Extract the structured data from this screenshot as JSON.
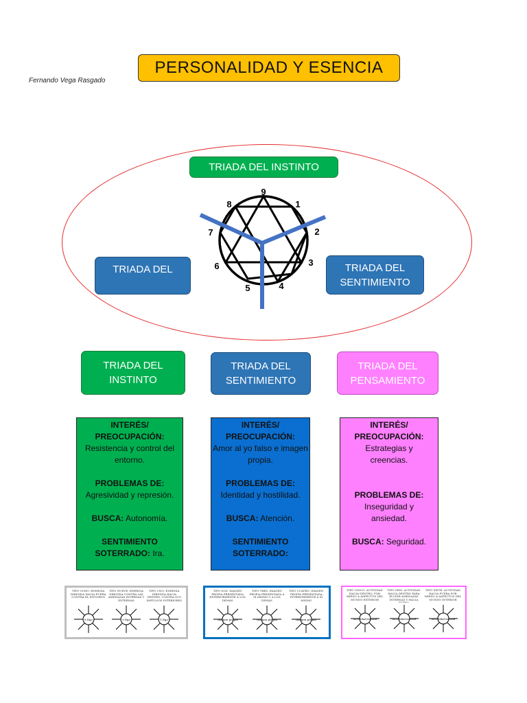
{
  "header": {
    "title": "PERSONALIDAD Y ESENCIA",
    "author": "Fernando Vega Rasgado"
  },
  "oval": {
    "top_label": "TRIADA DEL INSTINTO",
    "left_label": "TRIADA DEL",
    "right_label": "TRIADA DEL\nSENTIMIENTO",
    "enneagram_numbers": [
      "9",
      "1",
      "2",
      "3",
      "4",
      "5",
      "6",
      "7",
      "8"
    ]
  },
  "triads": [
    {
      "label": "TRIADA DEL\nINSTINTO",
      "color": "#00b050"
    },
    {
      "label": "TRIADA DEL\nSENTIMIENTO",
      "color": "#2e75b6"
    },
    {
      "label": "TRIADA DEL\nPENSAMIENTO",
      "color": "#ff80ff"
    }
  ],
  "cards": [
    {
      "interes_label": "INTERÉS/\nPREOCUPACIÓN:",
      "interes_value": "Resistencia y control del entorno.",
      "problemas_label": "PROBLEMAS DE:",
      "problemas_value": "Agresividad y represión.",
      "busca_label": "BUSCA:",
      "busca_value": " Autonomía.",
      "sentimiento_label": "SENTIMIENTO SOTERRADO:",
      "sentimiento_value": " Ira.",
      "color": "#00b050"
    },
    {
      "interes_label": "INTERÉS/\nPREOCUPACIÓN:",
      "interes_value": "Amor al yo falso e imagen propia.",
      "problemas_label": "PROBLEMAS DE:",
      "problemas_value": "Identidad y hostilidad.",
      "busca_label": "BUSCA:",
      "busca_value": " Atención.",
      "sentimiento_label": "SENTIMIENTO SOTERRADO:",
      "sentimiento_value": "",
      "color": "#0a6fd0"
    },
    {
      "interes_label": "INTERÉS/\nPREOCUPACIÓN:",
      "interes_value": "Estrategias y creencias.",
      "problemas_label": "PROBLEMAS DE:",
      "problemas_value": "Inseguridad y ansiedad.",
      "busca_label": "BUSCA:",
      "busca_value": " Seguridad.",
      "color": "#ff80ff"
    }
  ],
  "thumbnails": [
    {
      "border_color": "#bfbfbf",
      "items": [
        {
          "caption": "TIPO OCHO: ENERGÍA DIRIGIDA HACIA FUERA CONTRA EL ENTORNO",
          "center": "8 Ego"
        },
        {
          "caption": "TIPO NUEVE: ENERGÍA DIRIGIDA CONTRA LAS AMENAZAS INTERNAS Y EXTERNAS",
          "center": "9 Ego"
        },
        {
          "caption": "TIPO UNO: ENERGÍA DIRIGIDA HACIA DENTRO, CONTRA SUS IMPULSOS INTERIORES",
          "center": "1 Ego"
        }
      ]
    },
    {
      "border_color": "#0070c0",
      "items": [
        {
          "caption": "TIPO DOS: IMAGEN PROPIA PRESENTADA EXTERIORMENTE A LOS DEMÁS",
          "center": "Imagen propia"
        },
        {
          "caption": "TIPO TRES: IMAGEN PROPIA PRESENTADA A SÍ MISMO Y A LOS DEMÁS",
          "center": "Imagen propia"
        },
        {
          "caption": "TIPO CUATRO: IMAGEN PROPIA PRESENTADA INTERIORMENTE A SÍ MISMO",
          "center": "Imagen propia"
        }
      ]
    },
    {
      "border_color": "#ff66ff",
      "items": [
        {
          "caption": "TIPO CINCO: ACTIVIDAD HACIA DENTRO, POR MIEDO A ASPECTOS DEL MUNDO EXTERIOR",
          "center": "Actividad mental"
        },
        {
          "caption": "TIPO SEIS: ACTIVIDAD HACIA DENTRO PARA ELUDIR AMENAZAS INTERNAS Y HACIA FUERA",
          "center": "Actividad mental"
        },
        {
          "caption": "TIPO SIETE: ACTIVIDAD HACIA FUERA POR MIEDO A ASPECTOS DEL MUNDO INTERIOR",
          "center": "Actividad mental"
        }
      ]
    }
  ]
}
